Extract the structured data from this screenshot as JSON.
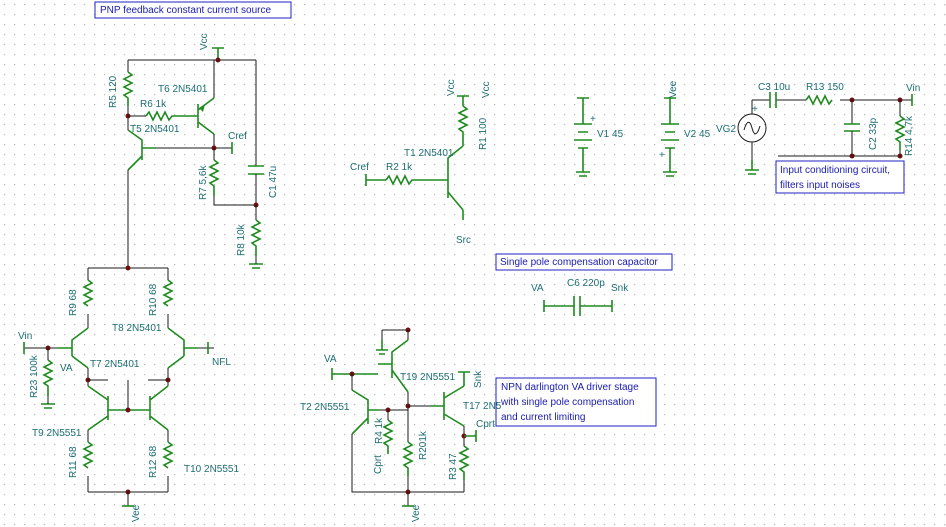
{
  "notes": {
    "pnp_source": "PNP feedback constant current source",
    "single_pole": "Single pole compensation capacitor",
    "input_cond_1": "Input conditioning circuit,",
    "input_cond_2": "filters input noises",
    "darl_1": "NPN darlington VA driver stage",
    "darl_2": "with single pole compensation",
    "darl_3": "and current limiting"
  },
  "components": {
    "r5": "R5 120",
    "r6": "R6 1k",
    "t6": "T6 2N5401",
    "t5": "T5 2N5401",
    "r7": "R7 5,6k",
    "c1": "C1 47u",
    "r8": "R8 10k",
    "r9": "R9 68",
    "r10": "R10 68",
    "t8": "T8 2N5401",
    "t7": "T7 2N5401",
    "r23": "R23 100k",
    "t9": "T9 2N5551",
    "r11": "R11 68",
    "r12": "R12 68",
    "t10": "T10 2N5551",
    "r1": "R1 100",
    "t1": "T1 2N5401",
    "r2": "R2 1k",
    "v1": "V1 45",
    "v2": "V2 45",
    "c3": "C3 10u",
    "r13": "R13 150",
    "c2": "C2 33p",
    "r14": "R14 4,7k",
    "vg2": "VG2",
    "c6": "C6 220p",
    "t19": "T19 2N5551",
    "t2": "T2 2N5551",
    "t17": "T17 2N5",
    "r4": "R4 1k",
    "r20": "R201k",
    "r3": "R3 47"
  },
  "nets": {
    "vcc": "Vcc",
    "vee": "Vee",
    "cref": "Cref",
    "vin": "Vin",
    "va": "VA",
    "nfl": "NFL",
    "src": "Src",
    "snk": "Snk",
    "cprt": "Cprt"
  },
  "symbols": {
    "plus": "+",
    "minus": "−"
  }
}
